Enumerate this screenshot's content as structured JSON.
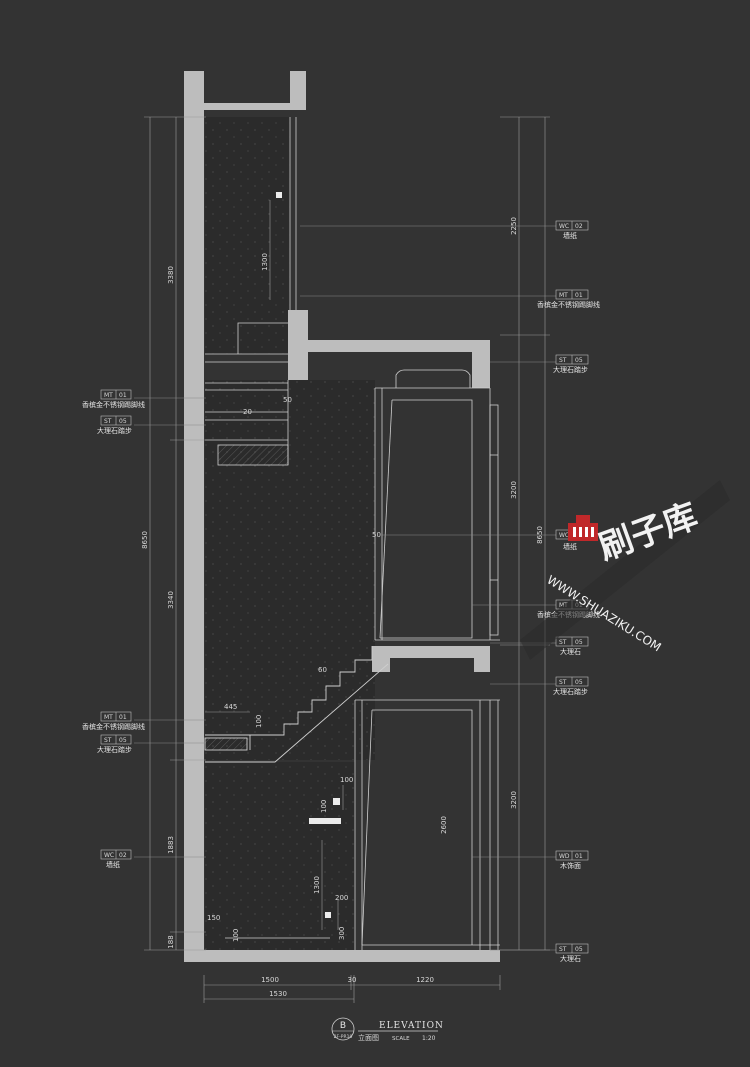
{
  "colors": {
    "background": "#333333",
    "wall": "#bdbdbd",
    "fill": "#2b2b2b",
    "line": "#cfcfcf",
    "accent": "#c0282a"
  },
  "dimensions": {
    "left_total": "8650",
    "left_upper": "3380",
    "left_middle": "3340",
    "left_lower": "1883",
    "left_base": "188",
    "upper_panel": "1300",
    "lower_panel": "1300",
    "right_top": "2250",
    "right_upper": "3200",
    "right_lower": "3200",
    "right_total": "8650",
    "cabinet_height": "2600",
    "tread_width": "445",
    "bottom_left": "1500",
    "bottom_gap": "30",
    "bottom_right": "1220",
    "bottom_total": "1530",
    "small_100a": "100",
    "small_100b": "100",
    "small_100c": "100",
    "small_100d": "100",
    "small_150": "150",
    "small_200": "200",
    "small_300": "300",
    "small_50a": "50",
    "small_50b": "50",
    "small_60": "60",
    "small_20": "20"
  },
  "left_tags": [
    {
      "code": "MT",
      "num": "01",
      "label": "香槟金不锈钢踢脚线"
    },
    {
      "code": "ST",
      "num": "05",
      "label": "大理石踏步"
    },
    {
      "code": "MT",
      "num": "01",
      "label": "香槟金不锈钢踢脚线"
    },
    {
      "code": "ST",
      "num": "05",
      "label": "大理石踏步"
    },
    {
      "code": "WC",
      "num": "02",
      "label": "墙纸"
    }
  ],
  "right_tags": [
    {
      "code": "WC",
      "num": "02",
      "label": "墙纸"
    },
    {
      "code": "MT",
      "num": "01",
      "label": "香槟金不锈钢踢脚线"
    },
    {
      "code": "ST",
      "num": "05",
      "label": "大理石踏步"
    },
    {
      "code": "WC",
      "num": "02",
      "label": "墙纸"
    },
    {
      "code": "MT",
      "num": "01",
      "label": "香槟金不锈钢踢脚线"
    },
    {
      "code": "ST",
      "num": "05",
      "label": "大理石"
    },
    {
      "code": "ST",
      "num": "05",
      "label": "大理石踏步"
    },
    {
      "code": "WD",
      "num": "01",
      "label": "木饰面"
    },
    {
      "code": "ST",
      "num": "05",
      "label": "大理石"
    }
  ],
  "title": {
    "mark": "B",
    "sheet": "2F-PR10",
    "name": "ELEVATION",
    "subtitle": "立面图",
    "scale_label": "SCALE",
    "scale_value": "1:20"
  },
  "watermark": {
    "name": "刷子库",
    "url": "WWW.SHUAZIKU.COM"
  }
}
